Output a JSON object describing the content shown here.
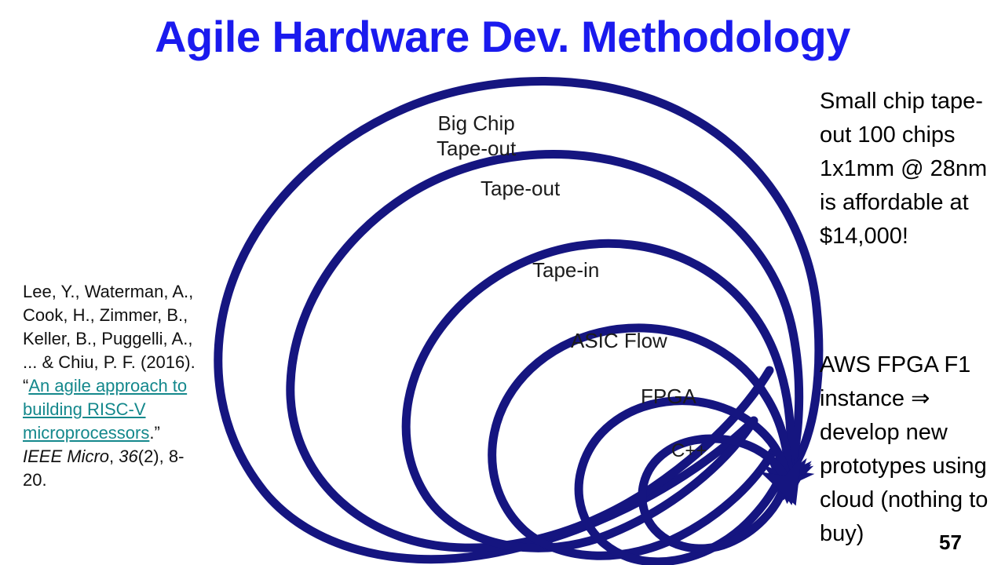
{
  "slide": {
    "title": "Agile Hardware Dev. Methodology",
    "page_number": "57",
    "title_color": "#1a1aee",
    "spiral_color": "#151580",
    "link_color": "#14888c"
  },
  "citation": {
    "part1": "Lee, Y., Waterman, A., Cook, H., Zimmer, B., Keller, B., Puggelli, A., ... & Chiu, P. F. (2016). “",
    "link_text": "An agile approach to building RISC-V microprocessors",
    "part2": ".” ",
    "journal": "IEEE Micro",
    "volume_prefix": ", ",
    "volume": "36",
    "issue_pages": "(2), 8-20."
  },
  "diagram": {
    "type": "spiral",
    "loops": [
      {
        "id": "big-chip-tape-out",
        "label": "Big Chip\nTape-out",
        "label_line1": "Big Chip",
        "label_line2": "Tape-out",
        "order": 5
      },
      {
        "id": "tape-out",
        "label": "Tape-out",
        "order": 4
      },
      {
        "id": "tape-in",
        "label": "Tape-in",
        "order": 3
      },
      {
        "id": "asic-flow",
        "label": "ASIC Flow",
        "order": 2
      },
      {
        "id": "fpga",
        "label": "FPGA",
        "order": 1
      },
      {
        "id": "cpp",
        "label": "C++",
        "order": 0
      }
    ]
  },
  "right_column": {
    "paragraph_1": "Small chip tape-out 100 chips 1x1mm @ 28nm is affordable at $14,000!",
    "paragraph_2": "AWS FPGA F1 instance ⇒ develop new prototypes using cloud (nothing to buy)"
  }
}
